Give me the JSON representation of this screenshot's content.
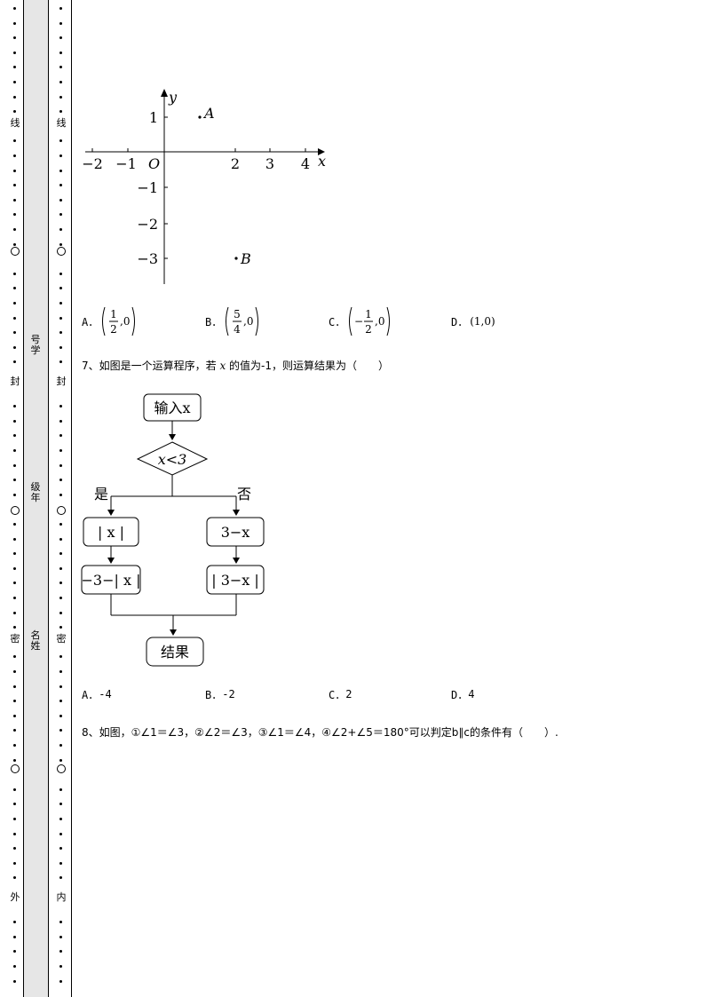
{
  "binding": {
    "inner_column_labels": [
      "线",
      "封",
      "密",
      "内"
    ],
    "outer_column_labels": [
      "线",
      "封",
      "密",
      "外"
    ],
    "student_info": [
      "号学",
      "级年",
      "名姓"
    ]
  },
  "q6_graph": {
    "axis_x_label": "x",
    "axis_y_label": "y",
    "origin_label": "O",
    "x_tick_labels": [
      "−2",
      "−1",
      "2",
      "3",
      "4"
    ],
    "y_tick_labels": [
      "1",
      "−1",
      "−2",
      "−3"
    ],
    "point_a_label": "A",
    "point_b_label": "B"
  },
  "q6_options": [
    {
      "letter": "A．",
      "sign": "",
      "num": "1",
      "den": "2",
      "tail": ",0"
    },
    {
      "letter": "B．",
      "sign": "",
      "num": "5",
      "den": "4",
      "tail": ",0"
    },
    {
      "letter": "C．",
      "sign": "−",
      "num": "1",
      "den": "2",
      "tail": ",0"
    },
    {
      "letter": "D．",
      "value": "(1,0)"
    }
  ],
  "q7": {
    "prefix": "7、如图是一个运算程序，若 ",
    "var": "x",
    "suffix": " 的值为-1，则运算结果为（　　）",
    "flowchart": {
      "input": "输入x",
      "condition": "x<3",
      "yes": "是",
      "no": "否",
      "left_step1": "| x |",
      "left_step2": "−3−| x |",
      "right_step1": "3−x",
      "right_step2": "| 3−x |",
      "result": "结果"
    },
    "options": [
      {
        "letter": "A．",
        "value": "-4"
      },
      {
        "letter": "B．",
        "value": "-2"
      },
      {
        "letter": "C．",
        "value": "2"
      },
      {
        "letter": "D．",
        "value": "4"
      }
    ]
  },
  "q8": {
    "text": "8、如图，①∠1＝∠3，②∠2＝∠3，③∠1＝∠4，④∠2+∠5＝180°可以判定b∥c的条件有（　　）."
  }
}
